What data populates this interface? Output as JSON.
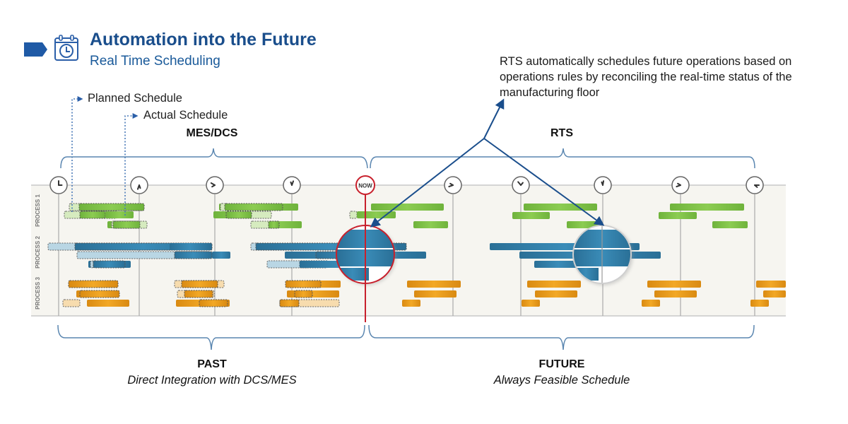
{
  "header": {
    "title": "Automation into the Future",
    "subtitle": "Real Time Scheduling",
    "icon": "calendar-clock-icon",
    "marker_icon": "tag-arrow-icon"
  },
  "callout": {
    "text": "RTS automatically schedules future operations based on operations rules by reconciling the real-time status of the manufacturing floor"
  },
  "legend": {
    "planned": "Planned Schedule",
    "actual": "Actual Schedule"
  },
  "top_brackets": {
    "left": "MES/DCS",
    "right": "RTS"
  },
  "bottom_brackets": {
    "past": {
      "title": "PAST",
      "subtitle": "Direct Integration with DCS/MES"
    },
    "future": {
      "title": "FUTURE",
      "subtitle": "Always Feasible Schedule"
    }
  },
  "timeline": {
    "now_label": "NOW",
    "process_labels": [
      "PROCESS 1",
      "PROCESS 2",
      "PROCESS 3"
    ],
    "clock_count": 10,
    "now_index": 4
  },
  "colors": {
    "brand_blue": "#1a4e8c",
    "process1_green": "#7cbf45",
    "process2_blue": "#2e7fa8",
    "process3_orange": "#e89a1c",
    "now_red": "#c8202c",
    "bracket": "#5a86b0",
    "arrow": "#1a4e8c"
  }
}
